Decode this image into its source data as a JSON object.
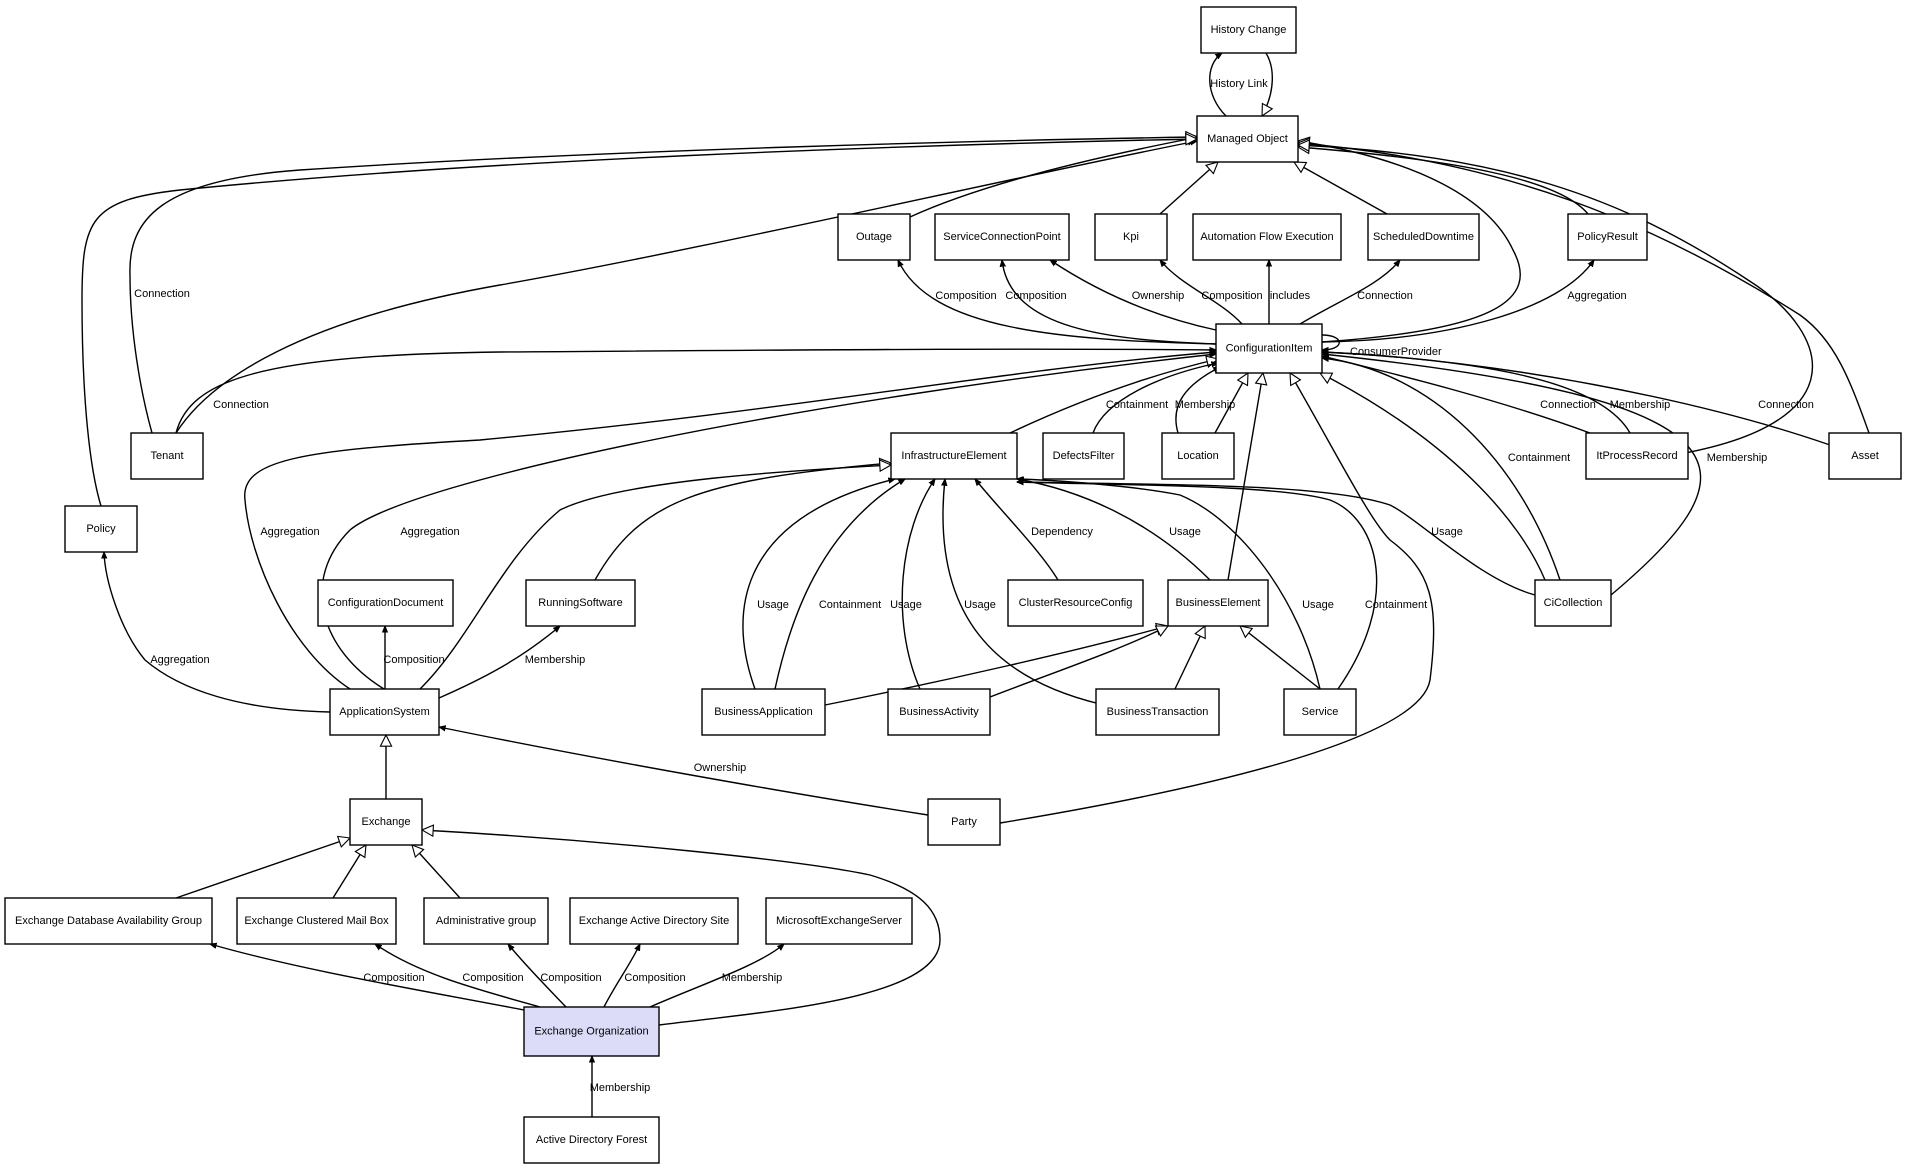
{
  "nodes": [
    {
      "id": "history_change",
      "label": "History Change"
    },
    {
      "id": "managed_object",
      "label": "Managed Object"
    },
    {
      "id": "outage",
      "label": "Outage"
    },
    {
      "id": "service_connection_point",
      "label": "ServiceConnectionPoint"
    },
    {
      "id": "kpi",
      "label": "Kpi"
    },
    {
      "id": "automation_flow_execution",
      "label": "Automation Flow Execution"
    },
    {
      "id": "scheduled_downtime",
      "label": "ScheduledDowntime"
    },
    {
      "id": "policy_result",
      "label": "PolicyResult"
    },
    {
      "id": "configuration_item",
      "label": "ConfigurationItem"
    },
    {
      "id": "tenant",
      "label": "Tenant"
    },
    {
      "id": "policy",
      "label": "Policy"
    },
    {
      "id": "infrastructure_element",
      "label": "InfrastructureElement"
    },
    {
      "id": "defects_filter",
      "label": "DefectsFilter"
    },
    {
      "id": "location",
      "label": "Location"
    },
    {
      "id": "it_process_record",
      "label": "ItProcessRecord"
    },
    {
      "id": "asset",
      "label": "Asset"
    },
    {
      "id": "configuration_document",
      "label": "ConfigurationDocument"
    },
    {
      "id": "running_software",
      "label": "RunningSoftware"
    },
    {
      "id": "cluster_resource_config",
      "label": "ClusterResourceConfig"
    },
    {
      "id": "business_element",
      "label": "BusinessElement"
    },
    {
      "id": "ci_collection",
      "label": "CiCollection"
    },
    {
      "id": "application_system",
      "label": "ApplicationSystem"
    },
    {
      "id": "business_application",
      "label": "BusinessApplication"
    },
    {
      "id": "business_activity",
      "label": "BusinessActivity"
    },
    {
      "id": "business_transaction",
      "label": "BusinessTransaction"
    },
    {
      "id": "service",
      "label": "Service"
    },
    {
      "id": "exchange",
      "label": "Exchange"
    },
    {
      "id": "party",
      "label": "Party"
    },
    {
      "id": "exchange_dag",
      "label": "Exchange Database Availability Group"
    },
    {
      "id": "exchange_clustered_mail_box",
      "label": "Exchange Clustered Mail Box"
    },
    {
      "id": "administrative_group",
      "label": "Administrative group"
    },
    {
      "id": "exchange_ad_site",
      "label": "Exchange Active Directory Site"
    },
    {
      "id": "microsoft_exchange_server",
      "label": "MicrosoftExchangeServer"
    },
    {
      "id": "exchange_organization",
      "label": "Exchange Organization",
      "highlight": true
    },
    {
      "id": "active_directory_forest",
      "label": "Active Directory Forest"
    }
  ],
  "edges": [
    {
      "id": "e_hist_link",
      "from": "managed_object",
      "to": "history_change",
      "label": "History Link",
      "arrow": "filled"
    },
    {
      "id": "e_hist_inherit",
      "from": "history_change",
      "to": "managed_object",
      "label": "",
      "arrow": "hollow"
    },
    {
      "id": "e_outage_mo",
      "from": "outage",
      "to": "managed_object",
      "label": "",
      "arrow": "hollow"
    },
    {
      "id": "e_kpi_mo",
      "from": "kpi",
      "to": "managed_object",
      "label": "",
      "arrow": "hollow"
    },
    {
      "id": "e_sd_mo",
      "from": "scheduled_downtime",
      "to": "managed_object",
      "label": "",
      "arrow": "hollow"
    },
    {
      "id": "e_pr_mo",
      "from": "policy_result",
      "to": "managed_object",
      "label": "",
      "arrow": "hollow"
    },
    {
      "id": "e_ci_mo",
      "from": "configuration_item",
      "to": "managed_object",
      "label": "",
      "arrow": "hollow"
    },
    {
      "id": "e_tenant_mo",
      "from": "tenant",
      "to": "managed_object",
      "label": "",
      "arrow": "hollow"
    },
    {
      "id": "e_tenant_conn_mo",
      "from": "tenant",
      "to": "managed_object",
      "label": "Connection",
      "arrow": "filled"
    },
    {
      "id": "e_policy_mo",
      "from": "policy",
      "to": "managed_object",
      "label": "",
      "arrow": "hollow"
    },
    {
      "id": "e_asset_mo",
      "from": "asset",
      "to": "managed_object",
      "label": "",
      "arrow": "hollow"
    },
    {
      "id": "e_itpr_mo",
      "from": "it_process_record",
      "to": "managed_object",
      "label": "",
      "arrow": "hollow"
    },
    {
      "id": "e_ci_outage",
      "from": "configuration_item",
      "to": "outage",
      "label": "Composition",
      "arrow": "filled"
    },
    {
      "id": "e_ci_scp_comp",
      "from": "configuration_item",
      "to": "service_connection_point",
      "label": "Composition",
      "arrow": "filled"
    },
    {
      "id": "e_ci_scp_own",
      "from": "configuration_item",
      "to": "service_connection_point",
      "label": "Ownership",
      "arrow": "filled"
    },
    {
      "id": "e_ci_kpi",
      "from": "configuration_item",
      "to": "kpi",
      "label": "Composition",
      "arrow": "filled"
    },
    {
      "id": "e_ci_afe",
      "from": "configuration_item",
      "to": "automation_flow_execution",
      "label": "includes",
      "arrow": "filled"
    },
    {
      "id": "e_ci_sd",
      "from": "configuration_item",
      "to": "scheduled_downtime",
      "label": "Connection",
      "arrow": "filled"
    },
    {
      "id": "e_ci_pr",
      "from": "configuration_item",
      "to": "policy_result",
      "label": "Aggregation",
      "arrow": "filled"
    },
    {
      "id": "e_ci_self",
      "from": "configuration_item",
      "to": "configuration_item",
      "label": "ConsumerProvider",
      "arrow": "filled"
    },
    {
      "id": "e_tenant_ci",
      "from": "tenant",
      "to": "configuration_item",
      "label": "Connection",
      "arrow": "filled"
    },
    {
      "id": "e_ie_ci",
      "from": "infrastructure_element",
      "to": "configuration_item",
      "label": "",
      "arrow": "hollow"
    },
    {
      "id": "e_df_ci",
      "from": "defects_filter",
      "to": "configuration_item",
      "label": "Containment",
      "arrow": "filled"
    },
    {
      "id": "e_loc_ci_mem",
      "from": "location",
      "to": "configuration_item",
      "label": "Membership",
      "arrow": "filled"
    },
    {
      "id": "e_loc_ci",
      "from": "location",
      "to": "configuration_item",
      "label": "",
      "arrow": "hollow"
    },
    {
      "id": "e_be_ci",
      "from": "business_element",
      "to": "configuration_item",
      "label": "",
      "arrow": "hollow"
    },
    {
      "id": "e_party_ci",
      "from": "party",
      "to": "configuration_item",
      "label": "",
      "arrow": "hollow"
    },
    {
      "id": "e_itpr_ci_conn",
      "from": "it_process_record",
      "to": "configuration_item",
      "label": "Connection",
      "arrow": "filled"
    },
    {
      "id": "e_itpr_ci_mem",
      "from": "it_process_record",
      "to": "configuration_item",
      "label": "Membership",
      "arrow": "filled"
    },
    {
      "id": "e_asset_ci",
      "from": "asset",
      "to": "configuration_item",
      "label": "Connection",
      "arrow": "filled"
    },
    {
      "id": "e_cic_ci",
      "from": "ci_collection",
      "to": "configuration_item",
      "label": "",
      "arrow": "hollow"
    },
    {
      "id": "e_cic_ci_cont",
      "from": "ci_collection",
      "to": "configuration_item",
      "label": "Containment",
      "arrow": "filled"
    },
    {
      "id": "e_cic_ci_mem",
      "from": "ci_collection",
      "to": "configuration_item",
      "label": "Membership",
      "arrow": "filled"
    },
    {
      "id": "e_as_ci_agg1",
      "from": "application_system",
      "to": "configuration_item",
      "label": "Aggregation",
      "arrow": "filled"
    },
    {
      "id": "e_as_ci_agg2",
      "from": "application_system",
      "to": "configuration_item",
      "label": "Aggregation",
      "arrow": "filled"
    },
    {
      "id": "e_rs_ie",
      "from": "running_software",
      "to": "infrastructure_element",
      "label": "",
      "arrow": "hollow"
    },
    {
      "id": "e_as_ie",
      "from": "application_system",
      "to": "infrastructure_element",
      "label": "",
      "arrow": "hollow"
    },
    {
      "id": "e_ba_ie_usage",
      "from": "business_application",
      "to": "infrastructure_element",
      "label": "Usage",
      "arrow": "filled"
    },
    {
      "id": "e_ba_ie_cont",
      "from": "business_application",
      "to": "infrastructure_element",
      "label": "Containment",
      "arrow": "filled"
    },
    {
      "id": "e_bact_ie",
      "from": "business_activity",
      "to": "infrastructure_element",
      "label": "Usage",
      "arrow": "filled"
    },
    {
      "id": "e_bt_ie",
      "from": "business_transaction",
      "to": "infrastructure_element",
      "label": "Usage",
      "arrow": "filled"
    },
    {
      "id": "e_crc_ie",
      "from": "cluster_resource_config",
      "to": "infrastructure_element",
      "label": "Dependency",
      "arrow": "filled"
    },
    {
      "id": "e_be_ie",
      "from": "business_element",
      "to": "infrastructure_element",
      "label": "Usage",
      "arrow": "filled"
    },
    {
      "id": "e_svc_ie_usage",
      "from": "service",
      "to": "infrastructure_element",
      "label": "Usage",
      "arrow": "filled"
    },
    {
      "id": "e_svc_ie_cont",
      "from": "service",
      "to": "infrastructure_element",
      "label": "Containment",
      "arrow": "filled"
    },
    {
      "id": "e_cic_ie",
      "from": "ci_collection",
      "to": "infrastructure_element",
      "label": "Usage",
      "arrow": "filled"
    },
    {
      "id": "e_as_policy",
      "from": "application_system",
      "to": "policy",
      "label": "Aggregation",
      "arrow": "filled"
    },
    {
      "id": "e_as_cd",
      "from": "application_system",
      "to": "configuration_document",
      "label": "Composition",
      "arrow": "filled"
    },
    {
      "id": "e_as_rs",
      "from": "application_system",
      "to": "running_software",
      "label": "Membership",
      "arrow": "filled"
    },
    {
      "id": "e_bapp_be",
      "from": "business_application",
      "to": "business_element",
      "label": "",
      "arrow": "hollow"
    },
    {
      "id": "e_bact_be",
      "from": "business_activity",
      "to": "business_element",
      "label": "",
      "arrow": "hollow"
    },
    {
      "id": "e_bt_be",
      "from": "business_transaction",
      "to": "business_element",
      "label": "",
      "arrow": "hollow"
    },
    {
      "id": "e_svc_be",
      "from": "service",
      "to": "business_element",
      "label": "",
      "arrow": "hollow"
    },
    {
      "id": "e_ex_as",
      "from": "exchange",
      "to": "application_system",
      "label": "",
      "arrow": "hollow"
    },
    {
      "id": "e_party_as",
      "from": "party",
      "to": "application_system",
      "label": "Ownership",
      "arrow": "filled"
    },
    {
      "id": "e_dag_ex",
      "from": "exchange_dag",
      "to": "exchange",
      "label": "",
      "arrow": "hollow"
    },
    {
      "id": "e_ecmb_ex",
      "from": "exchange_clustered_mail_box",
      "to": "exchange",
      "label": "",
      "arrow": "hollow"
    },
    {
      "id": "e_ag_ex",
      "from": "administrative_group",
      "to": "exchange",
      "label": "",
      "arrow": "hollow"
    },
    {
      "id": "e_eo_ex",
      "from": "exchange_organization",
      "to": "exchange",
      "label": "",
      "arrow": "hollow"
    },
    {
      "id": "e_eo_dag",
      "from": "exchange_organization",
      "to": "exchange_dag",
      "label": "Composition",
      "arrow": "filled"
    },
    {
      "id": "e_eo_ecmb",
      "from": "exchange_organization",
      "to": "exchange_clustered_mail_box",
      "label": "Composition",
      "arrow": "filled"
    },
    {
      "id": "e_eo_ag",
      "from": "exchange_organization",
      "to": "administrative_group",
      "label": "Composition",
      "arrow": "filled"
    },
    {
      "id": "e_eo_site",
      "from": "exchange_organization",
      "to": "exchange_ad_site",
      "label": "Composition",
      "arrow": "filled"
    },
    {
      "id": "e_eo_mes",
      "from": "exchange_organization",
      "to": "microsoft_exchange_server",
      "label": "Membership",
      "arrow": "filled"
    },
    {
      "id": "e_adf_eo",
      "from": "active_directory_forest",
      "to": "exchange_organization",
      "label": "Membership",
      "arrow": "filled"
    }
  ]
}
